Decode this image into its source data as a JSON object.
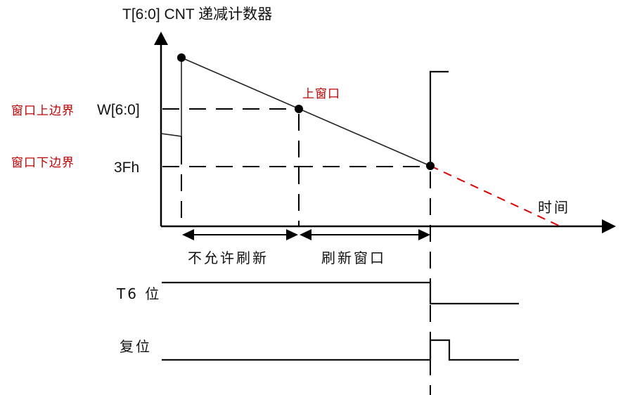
{
  "title": "T[6:0] CNT 递减计数器",
  "y_axis": {
    "labels": [
      {
        "text": "W[6:0]",
        "note": "窗口上边界"
      },
      {
        "text": "3Fh",
        "note": "窗口下边界"
      }
    ]
  },
  "x_axis": {
    "label": "时间"
  },
  "points": {
    "upper_window_label": "上窗口"
  },
  "regions": [
    {
      "label": "不允许刷新"
    },
    {
      "label": "刷新窗口"
    }
  ],
  "signals": [
    {
      "name": "T6 位"
    },
    {
      "name": "复位"
    }
  ],
  "colors": {
    "annotation_red": "#c00000",
    "extrapolation_red": "#e00000",
    "line": "#000000"
  }
}
